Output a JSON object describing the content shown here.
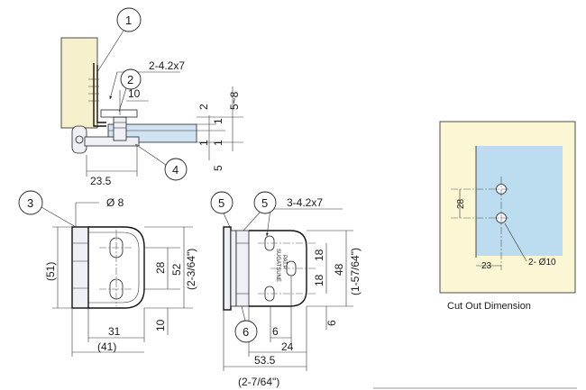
{
  "colors": {
    "wood": "#f6f0cc",
    "glass": "#cfe3f2",
    "glass_panel": "#bcdcef",
    "metal": "#eef0f6",
    "cutout_bg": "#fbf6d4",
    "line": "#222222"
  },
  "callouts": [
    "1",
    "2",
    "3",
    "4",
    "5",
    "5",
    "6"
  ],
  "top_view": {
    "label_holes": "2-4.2x7",
    "dim_10": "10",
    "dim_2": "2",
    "dim_1a": "1",
    "dim_1b": "1",
    "dim_5_8": "5~8",
    "dim_1c": "1",
    "dim_5": "5",
    "dim_23_5": "23.5"
  },
  "left_view": {
    "dim_phi8": "Ø 8",
    "dim_51": "(51)",
    "dim_28": "28",
    "dim_52": "52",
    "dim_52_in": "(2-3/64\")",
    "dim_10": "10",
    "dim_31": "31",
    "dim_41": "(41)"
  },
  "right_view": {
    "label_holes": "3-4.2x7",
    "dim_18a": "18",
    "dim_18b": "18",
    "dim_48": "48",
    "dim_48_in": "(1-57/64\")",
    "dim_6a": "6",
    "dim_6b": "6",
    "dim_24": "24",
    "dim_53_5": "53.5",
    "dim_53_5_in": "(2-7/64\")",
    "stamp_line1": "SUGATSUNE",
    "stamp_line2": "PAT.P"
  },
  "cutout": {
    "caption": "Cut Out Dimension",
    "dim_28": "28",
    "dim_23": "23",
    "label_holes": "2- Ø10"
  }
}
